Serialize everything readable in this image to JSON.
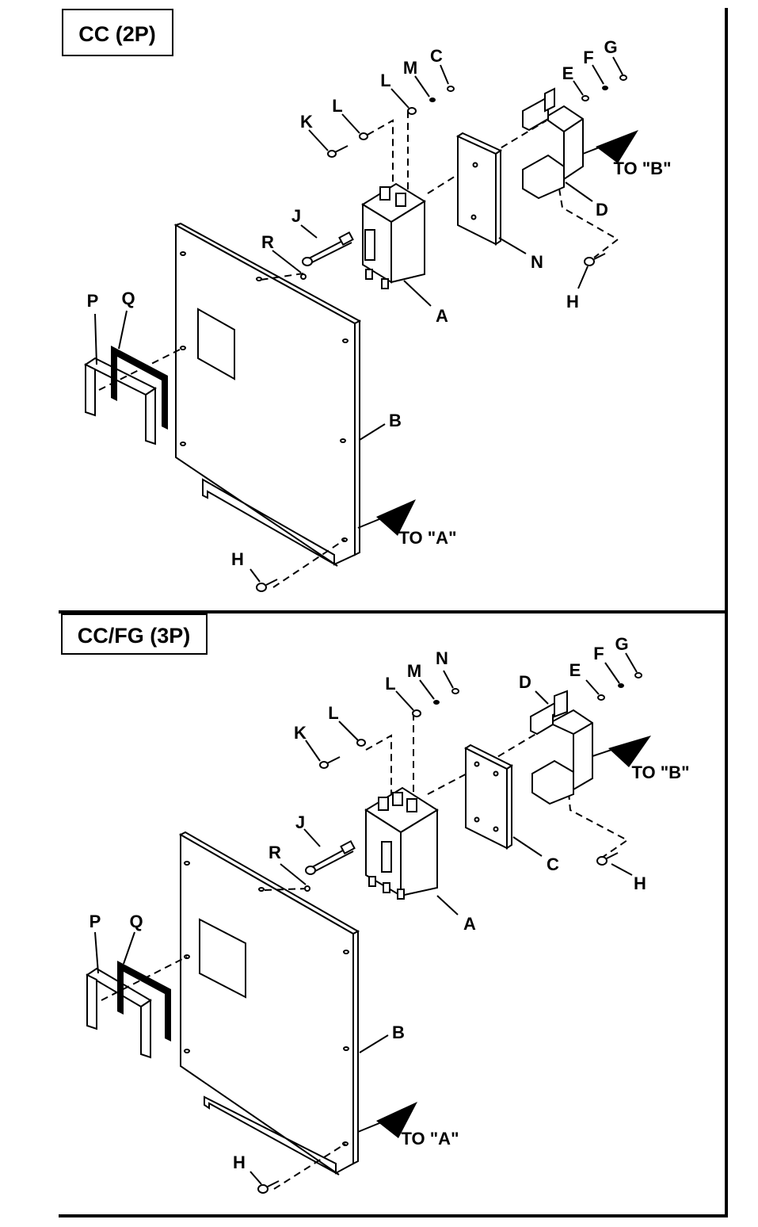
{
  "panels": [
    {
      "title": "CC (2P)",
      "labels": {
        "A": "A",
        "B": "B",
        "C": "C",
        "D": "D",
        "E": "E",
        "F": "F",
        "G": "G",
        "H1": "H",
        "H2": "H",
        "J": "J",
        "K": "K",
        "L1": "L",
        "L2": "L",
        "M": "M",
        "N": "N",
        "P": "P",
        "Q": "Q",
        "R": "R",
        "to_a": "TO \"A\"",
        "to_b": "TO \"B\""
      }
    },
    {
      "title": "CC/FG (3P)",
      "labels": {
        "A": "A",
        "B": "B",
        "C": "C",
        "D": "D",
        "E": "E",
        "F": "F",
        "G": "G",
        "H1": "H",
        "H2": "H",
        "J": "J",
        "K": "K",
        "L1": "L",
        "L2": "L",
        "M": "M",
        "N": "N",
        "P": "P",
        "Q": "Q",
        "R": "R",
        "to_a": "TO \"A\"",
        "to_b": "TO \"B\""
      }
    }
  ]
}
